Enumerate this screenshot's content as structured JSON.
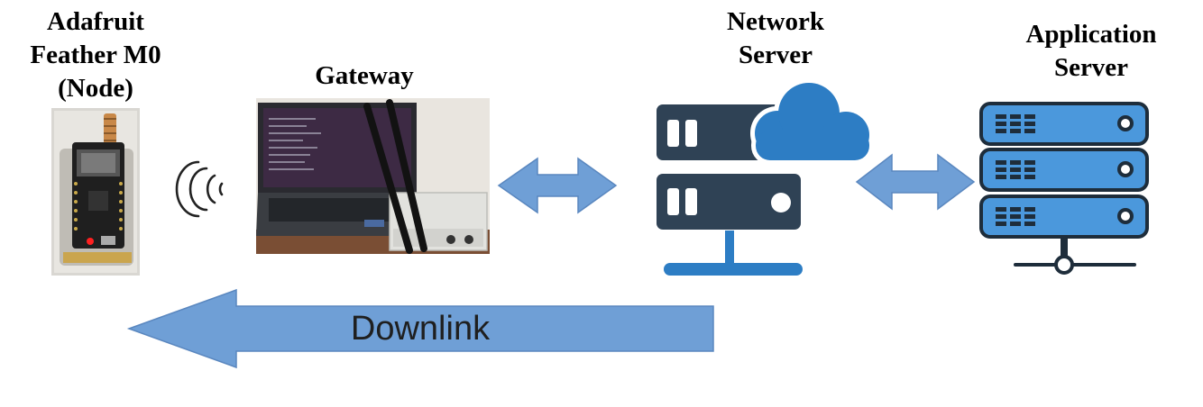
{
  "labels": {
    "node": [
      "Adafruit",
      "Feather M0",
      "(Node)"
    ],
    "gateway": "Gateway",
    "network_server": [
      "Network",
      "Server"
    ],
    "application_server": [
      "Application",
      "Server"
    ]
  },
  "downlink_label": "Downlink",
  "colors": {
    "arrow_fill": "#6f9fd6",
    "arrow_stroke": "#5a87bf",
    "server_dark": "#2f4255",
    "cloud_blue": "#2d7dc4",
    "rack_blue": "#4b98dc",
    "rack_outline": "#1e2d3b"
  },
  "icons": [
    "radio-wave-icon",
    "cloud-server-icon",
    "server-rack-icon"
  ]
}
